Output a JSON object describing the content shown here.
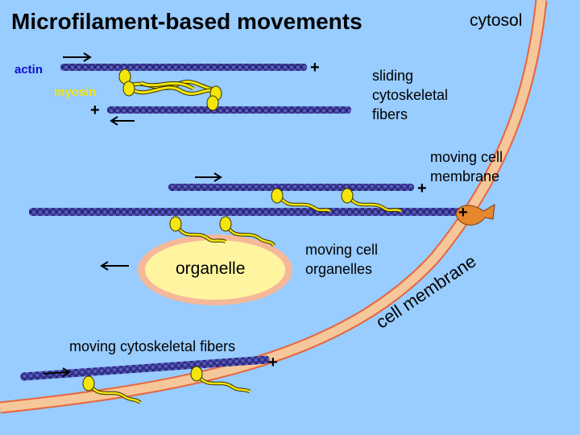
{
  "title": "Microfilament-based movements",
  "labels": {
    "cytosol": "cytosol",
    "actin": "actin",
    "myosin": "myosin",
    "sliding": "sliding\ncytoskeletal\nfibers",
    "moving_membrane": "moving cell\nmembrane",
    "moving_organelles": "moving cell\norganelles",
    "moving_fibers": "moving cytoskeletal fibers",
    "cell_membrane": "cell membrane",
    "organelle": "organelle",
    "plus": "+"
  },
  "colors": {
    "background": "#99CCFF",
    "actin": "#2E2E8E",
    "myosin": "#F2E60C",
    "membrane": "#F5C79A",
    "membrane_edge": "#E8643C",
    "organelle_fill": "#FFF5A0",
    "anchor_protein": "#E6862E"
  }
}
